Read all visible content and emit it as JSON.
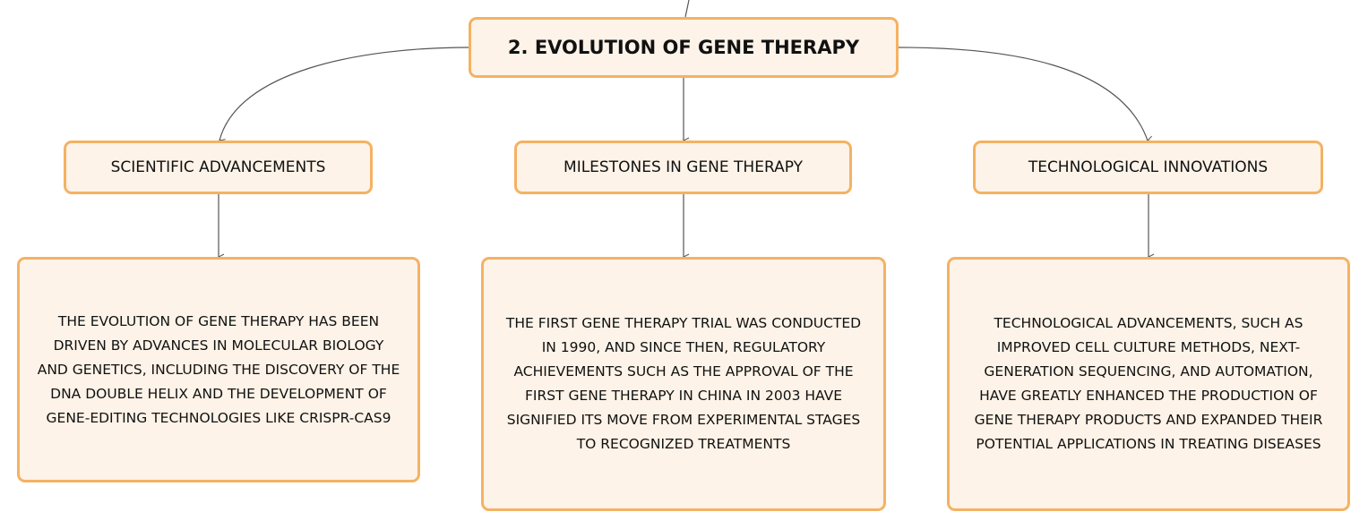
{
  "diagram": {
    "title": "2. EVOLUTION OF GENE THERAPY",
    "branches": [
      {
        "heading": "SCIENTIFIC ADVANCEMENTS",
        "lines": [
          "THE EVOLUTION OF GENE THERAPY HAS BEEN",
          "DRIVEN BY ADVANCES IN MOLECULAR BIOLOGY",
          "AND GENETICS, INCLUDING THE DISCOVERY OF THE",
          "DNA DOUBLE HELIX AND THE DEVELOPMENT OF",
          "GENE-EDITING TECHNOLOGIES LIKE CRISPR-CAS9"
        ]
      },
      {
        "heading": "MILESTONES IN GENE THERAPY",
        "lines": [
          "THE FIRST GENE THERAPY TRIAL WAS CONDUCTED",
          "IN 1990, AND SINCE THEN, REGULATORY",
          "ACHIEVEMENTS SUCH AS THE APPROVAL OF THE",
          "FIRST GENE THERAPY IN CHINA IN 2003 HAVE",
          "SIGNIFIED ITS MOVE FROM EXPERIMENTAL STAGES",
          "TO RECOGNIZED TREATMENTS"
        ]
      },
      {
        "heading": "TECHNOLOGICAL INNOVATIONS",
        "lines": [
          "TECHNOLOGICAL ADVANCEMENTS, SUCH AS",
          "IMPROVED CELL CULTURE METHODS, NEXT-",
          "GENERATION SEQUENCING, AND AUTOMATION,",
          "HAVE GREATLY ENHANCED THE PRODUCTION OF",
          "GENE THERAPY PRODUCTS AND EXPANDED THEIR",
          "POTENTIAL APPLICATIONS IN TREATING DISEASES"
        ]
      }
    ]
  },
  "colors": {
    "node_fill": "#fdf3e8",
    "node_border": "#f4b263",
    "connector": "#555555"
  }
}
